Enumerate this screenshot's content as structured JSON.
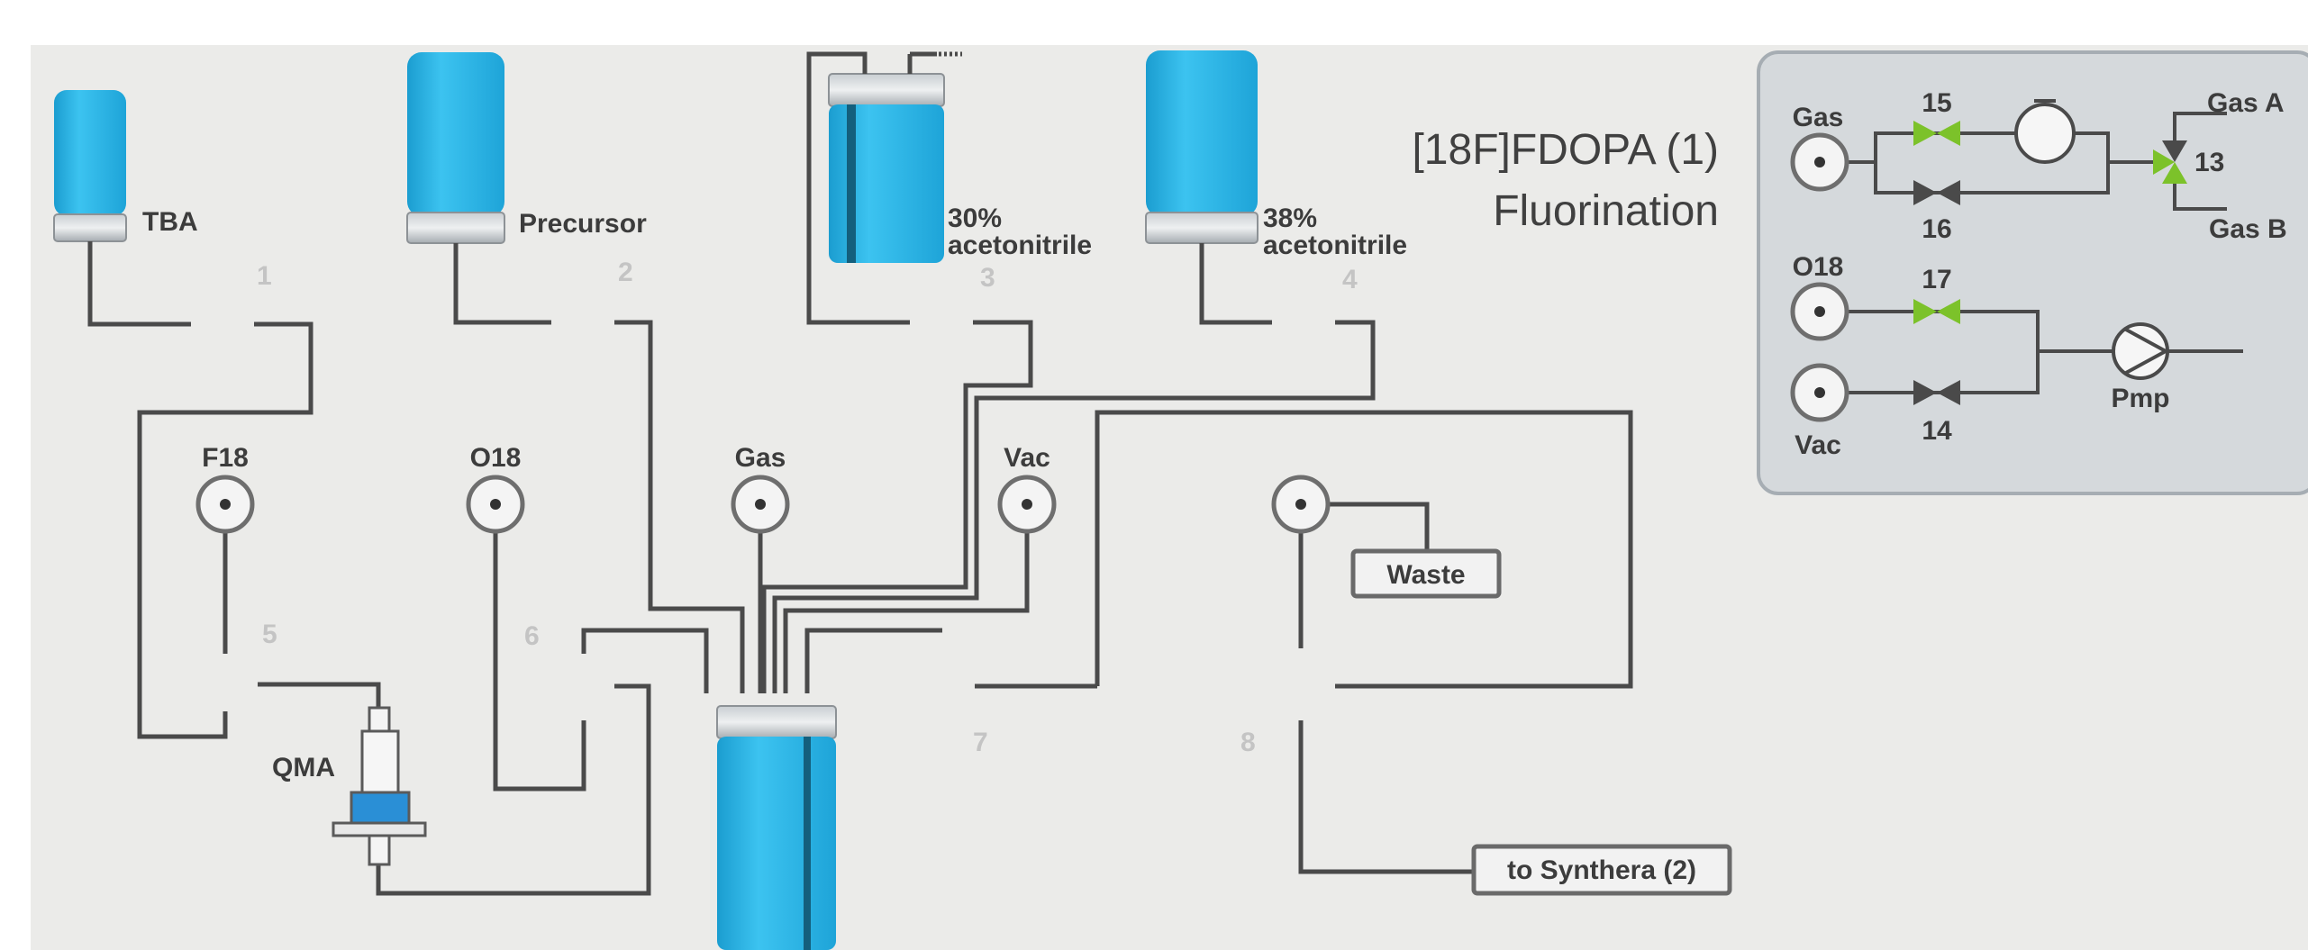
{
  "title": {
    "line1": "[18F]FDOPA (1)",
    "line2": "Fluorination"
  },
  "reagents": [
    {
      "id": "TBA",
      "label": "TBA"
    },
    {
      "id": "precursor",
      "label": "Precursor"
    },
    {
      "id": "acn30",
      "label_line1": "30%",
      "label_line2": "acetonitrile"
    },
    {
      "id": "acn38",
      "label_line1": "38%",
      "label_line2": "acetonitrile"
    }
  ],
  "valve_numbers": [
    "1",
    "2",
    "3",
    "4",
    "5",
    "6",
    "7",
    "8"
  ],
  "ports": {
    "f18": "F18",
    "o18": "O18",
    "gas": "Gas",
    "vac": "Vac"
  },
  "cartridge": {
    "label": "QMA"
  },
  "boxes": {
    "waste": "Waste",
    "transfer": "to Synthera (2)"
  },
  "gas_panel": {
    "gas_label": "Gas",
    "o18_label": "O18",
    "vac_label": "Vac",
    "gas_a": "Gas A",
    "gas_b": "Gas B",
    "pump_label": "Pmp",
    "valves": {
      "v13": "13",
      "v14": "14",
      "v15": "15",
      "v16": "16",
      "v17": "17"
    }
  },
  "colors": {
    "background": "#ebebe9",
    "vial_blue": "#29b6e6",
    "pipe": "#4a4a4a",
    "valve_open": "#7cc22a",
    "valve_closed": "#4a4a4a",
    "panel": "#d5d9dc"
  }
}
